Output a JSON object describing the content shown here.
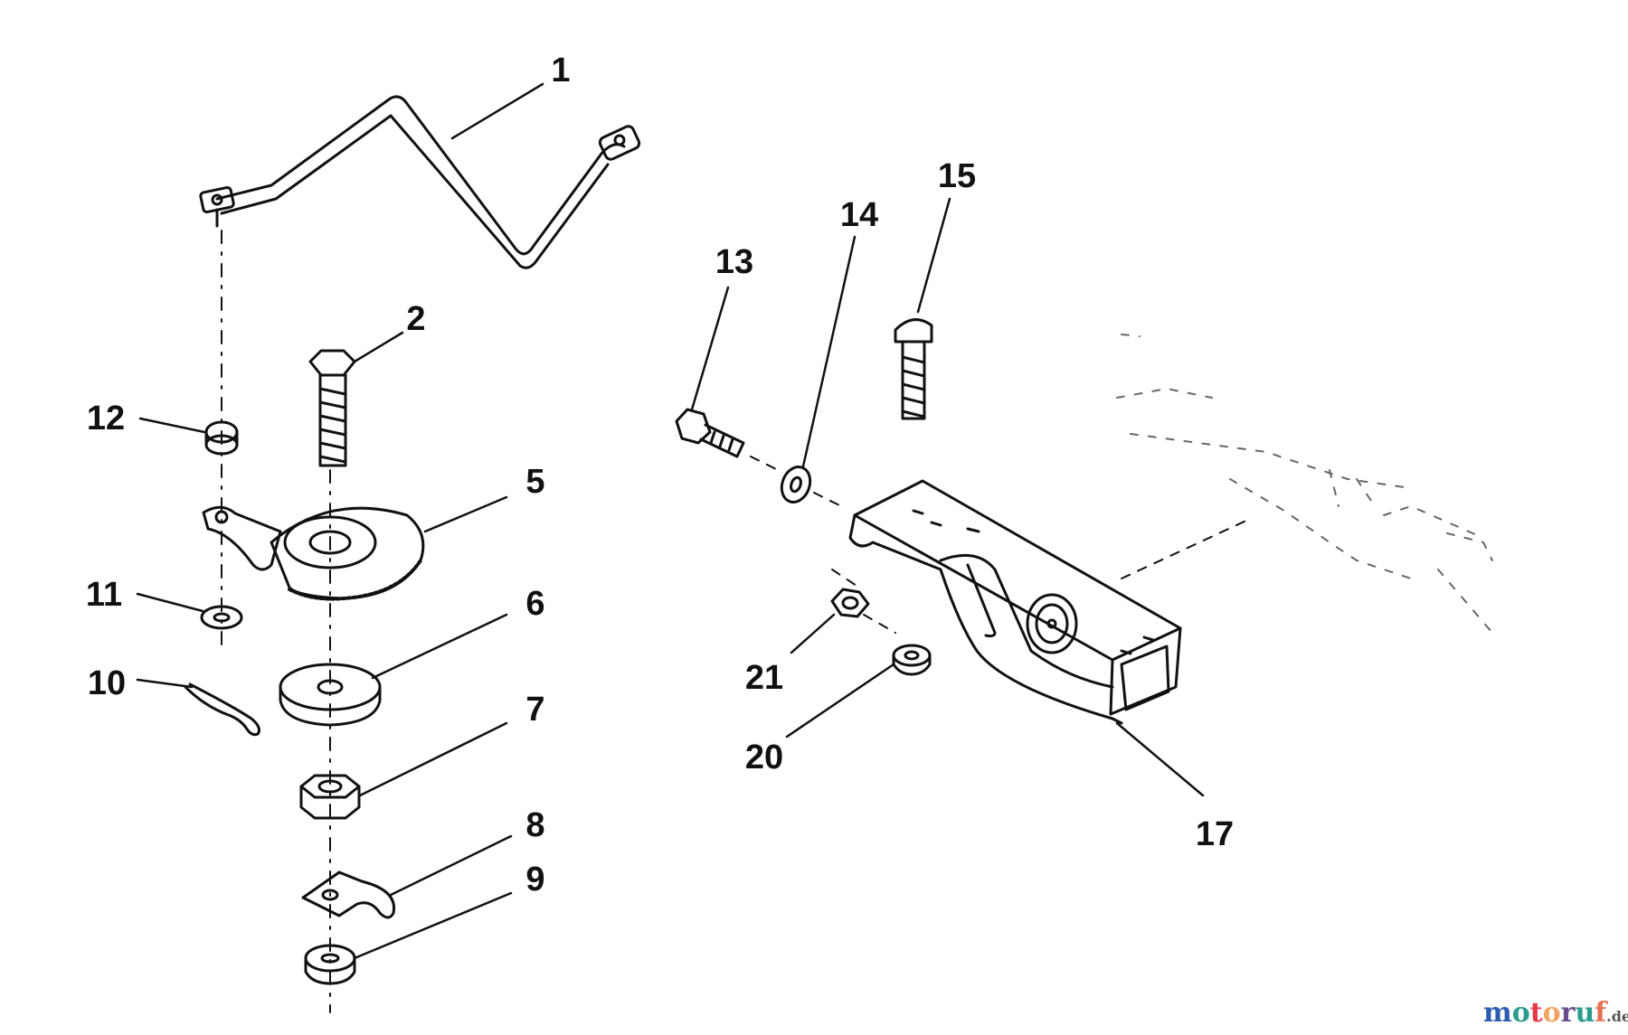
{
  "diagram": {
    "part_labels": [
      "1",
      "2",
      "5",
      "6",
      "7",
      "8",
      "9",
      "10",
      "11",
      "12",
      "13",
      "14",
      "15",
      "17",
      "20",
      "21"
    ],
    "watermark": {
      "main": "motoruf",
      "suffix": ".de",
      "colors": {
        "m1": "#2a5db0",
        "o1": "#2a9d8f",
        "t": "#e63946",
        "o2": "#f4a261",
        "r": "#6a4c93",
        "u": "#2a9d8f",
        "f": "#e76f51"
      }
    }
  }
}
